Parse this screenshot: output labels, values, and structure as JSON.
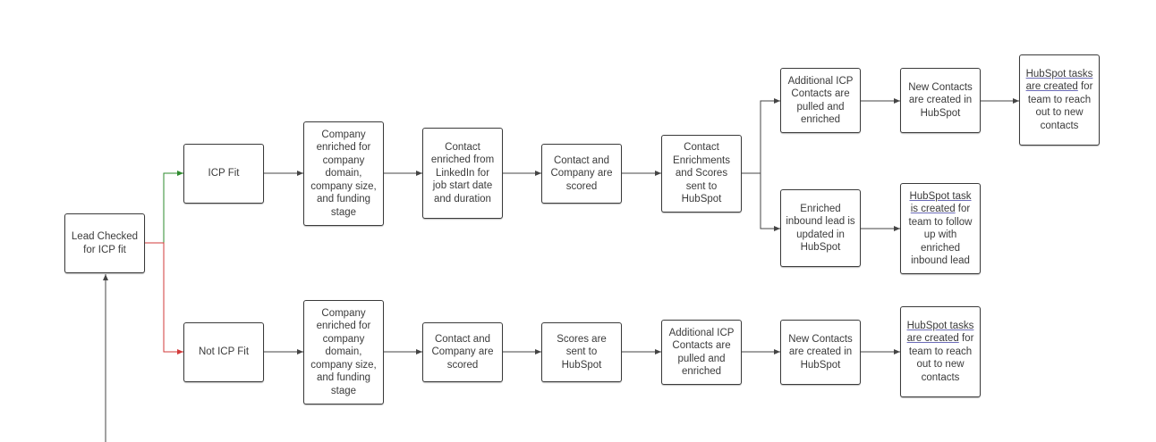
{
  "diagram": {
    "nodes": {
      "lead": "Lead Checked for ICP fit",
      "icp_fit": "ICP Fit",
      "company_enriched_top": "Company enriched for company domain, company size, and funding stage",
      "contact_enriched_linkedin": "Contact enriched from LinkedIn for job start date and duration",
      "contact_company_scored_top": "Contact and Company are scored",
      "enrichments_sent": "Contact Enrichments and Scores sent to HubSpot",
      "additional_contacts_top": "Additional ICP Contacts are pulled and enriched",
      "new_contacts_top": "New Contacts are created in HubSpot",
      "tasks_top": {
        "link": "HubSpot tasks are created",
        "rest": " for team to reach out to new contacts"
      },
      "inbound_updated": "Enriched inbound lead is updated in HubSpot",
      "task_inbound": {
        "link": "HubSpot task is created",
        "rest": " for team to follow up with enriched inbound lead"
      },
      "not_icp_fit": "Not ICP Fit",
      "company_enriched_bottom": "Company enriched for company domain, company size, and funding stage",
      "contact_company_scored_bottom": "Contact and Company are scored",
      "scores_sent": "Scores are sent to HubSpot",
      "additional_contacts_bottom": "Additional ICP Contacts are pulled and enriched",
      "new_contacts_bottom": "New Contacts are created in HubSpot",
      "tasks_bottom": {
        "link": "HubSpot tasks are created",
        "rest": " for team to reach out to new contacts"
      }
    },
    "colors": {
      "line": "#444444",
      "fit_branch": "#2e8b2e",
      "not_fit_branch": "#d23a3a",
      "border": "#3a3a3a",
      "text": "#3b3b3b"
    }
  }
}
